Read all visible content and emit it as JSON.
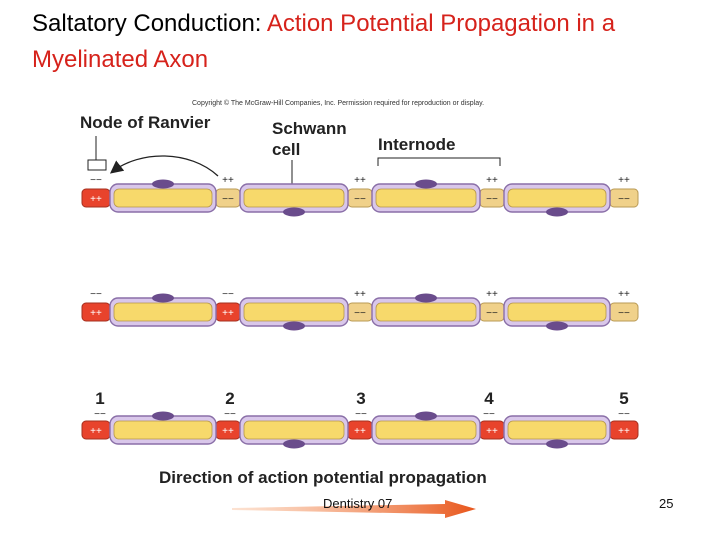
{
  "slide": {
    "title_part1": "Saltatory Conduction: ",
    "title_part2": "Action Potential Propagation in a Myelinated Axon",
    "copyright": "Copyright © The McGraw-Hill Companies, Inc. Permission required for reproduction or display.",
    "footer": "Dentistry 07",
    "page_number": "25"
  },
  "colors": {
    "accent": "#d6221b",
    "myelin": "#f7d96b",
    "myelin_edge": "#8a6fa8",
    "node_active": "#e8432c",
    "schwann_nucleus": "#6a4c8c"
  },
  "labels": {
    "node_of_ranvier": "Node of Ranvier",
    "schwann_line1": "Schwann",
    "schwann_line2": "cell",
    "internode": "Internode",
    "direction": "Direction of action potential propagation"
  },
  "node_numbers": [
    "1",
    "2",
    "3",
    "4",
    "5"
  ],
  "charge_labels": {
    "plus": "++",
    "minus": "−−"
  }
}
